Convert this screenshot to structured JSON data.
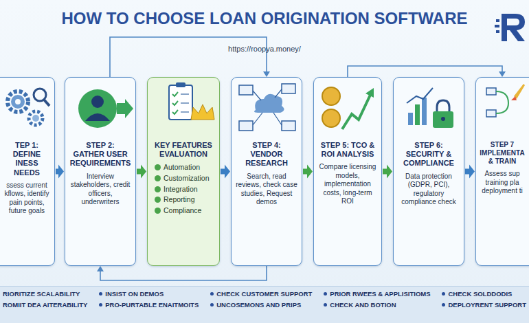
{
  "diagram": {
    "title": "HOW TO CHOOSE LOAN ORIGINATION SOFTWARE",
    "nodes": [
      {
        "text": [
          "TEP 1: DEFINE INESS NEEDS",
          "ssess current kflows, identify pain points, future goals"
        ]
      },
      {
        "text": [
          "STEP 2: GATHER USER REQUIREMENTS",
          "Interview stakeholders, credit officers, underwriters"
        ]
      },
      {
        "text": [
          "KEY FEATURES EVALUATION",
          "Automation",
          "Customization",
          "Integration",
          "Reporting",
          "Compliance"
        ]
      },
      {
        "text": [
          "STEP 4: VENDOR RESEARCH",
          "Search, read reviews, check case studies, Request demos"
        ]
      },
      {
        "text": [
          "STEP 5: TCO & ROI ANALYSIS",
          "Compare licensing models, implementation costs, long-term ROI"
        ]
      },
      {
        "text": [
          "STEP 6: SECURITY & COMPLIANCE",
          "Data protection (GDPR, PCI), regulatory compliance check"
        ]
      },
      {
        "text": [
          "STEP 7 IMPLEMENTA & TRAIN",
          "Assess sup training pla deployment ti"
        ]
      }
    ],
    "edges": [
      {
        "from": 0,
        "to": 1,
        "arrow": "to"
      },
      {
        "from": 1,
        "to": 2,
        "arrow": "to"
      },
      {
        "from": 2,
        "to": 3,
        "arrow": "to"
      },
      {
        "from": 3,
        "to": 4,
        "arrow": "to"
      },
      {
        "from": 4,
        "to": 5,
        "arrow": "to"
      },
      {
        "from": 5,
        "to": 6,
        "arrow": "to"
      }
    ],
    "labels": [
      "https://roopya.money/",
      "RIORITIZE SCALABILITY",
      "INSIST ON DEMOS",
      "CHECK CUSTOMER SUPPORT",
      "PRIOR RWEES & APPLISITIOMS",
      "CHECK SOLDDODIS",
      "ROMIIT DEA AITERABILITY",
      "PRO-PURTABLE ENAITMOITS",
      "UNCOSEMONS AND PRIPS",
      "CHECK AND BOTION",
      "DEPLOYRENT SUPPORT"
    ]
  }
}
